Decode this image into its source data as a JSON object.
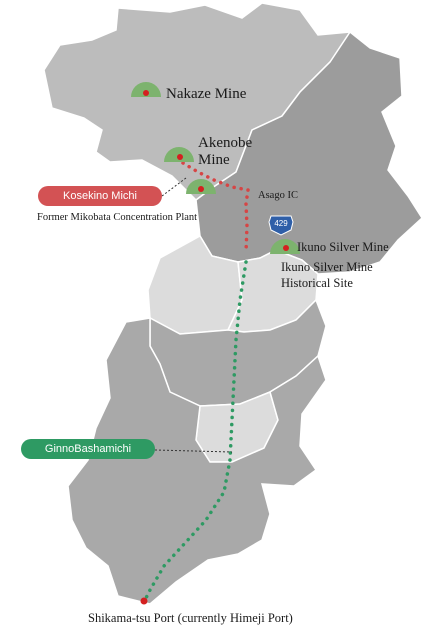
{
  "map": {
    "colors": {
      "north_region": "#bcbcbc",
      "central_region": "#9c9c9c",
      "light_region": "#dcdcdc",
      "south_region": "#a9a9a9",
      "mine_marker": "#7db36e",
      "route_red": "#d64545",
      "route_green": "#2e9a63"
    },
    "mines": [
      {
        "name": "Nakaze Mine"
      },
      {
        "name": "Akenobe",
        "name_line2": "Mine"
      },
      {
        "name": "Ikuno Silver Mine"
      }
    ],
    "labels": {
      "asago_ic": "Asago IC",
      "concentration_plant": "Former Mikobata Concentration Plant",
      "ikuno_historical_line1": "Ikuno Silver Mine",
      "ikuno_historical_line2": "Historical Site",
      "port": "Shikama-tsu Port (currently Himeji Port)",
      "route_shield": "429"
    },
    "routes": {
      "kosekino": {
        "name": "Kosekino Michi",
        "color": "#d35254"
      },
      "ginno": {
        "name": "GinnoBashamichi",
        "color": "#2e9a63"
      }
    }
  }
}
